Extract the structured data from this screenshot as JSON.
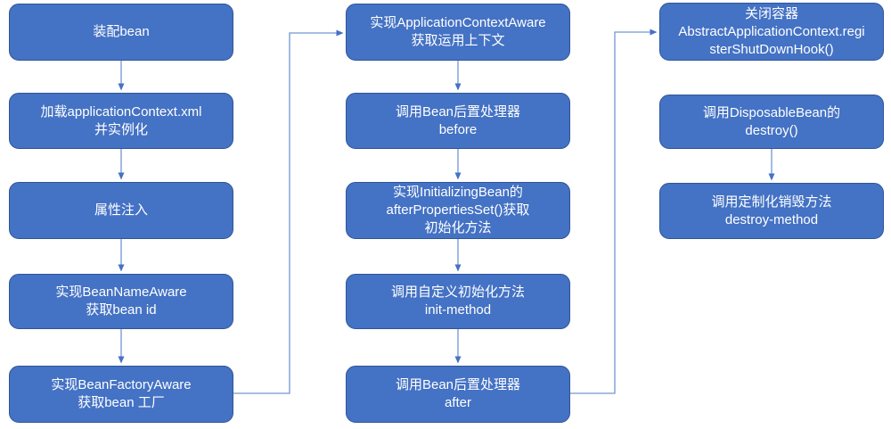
{
  "colors": {
    "node_fill": "#4472C4",
    "node_border": "#2F5597",
    "connector_line": "#7296D2",
    "arrowhead": "#4472C4",
    "node_text": "#FFFFFF",
    "background": "#FFFFFF"
  },
  "flow": {
    "col1": [
      "装配bean",
      "加载applicationContext.xml\n并实例化",
      "属性注入",
      "实现BeanNameAware\n获取bean id",
      "实现BeanFactoryAware\n获取bean 工厂"
    ],
    "col2": [
      "实现ApplicationContextAware\n获取运用上下文",
      "调用Bean后置处理器\nbefore",
      "实现InitializingBean的\nafterPropertiesSet()获取\n初始化方法",
      "调用自定义初始化方法\ninit-method",
      "调用Bean后置处理器\nafter"
    ],
    "col3": [
      "关闭容器\nAbstractApplicationContext.regi\nsterShutDownHook()",
      "调用DisposableBean的\ndestroy()",
      "调用定制化销毁方法\ndestroy-method"
    ]
  }
}
